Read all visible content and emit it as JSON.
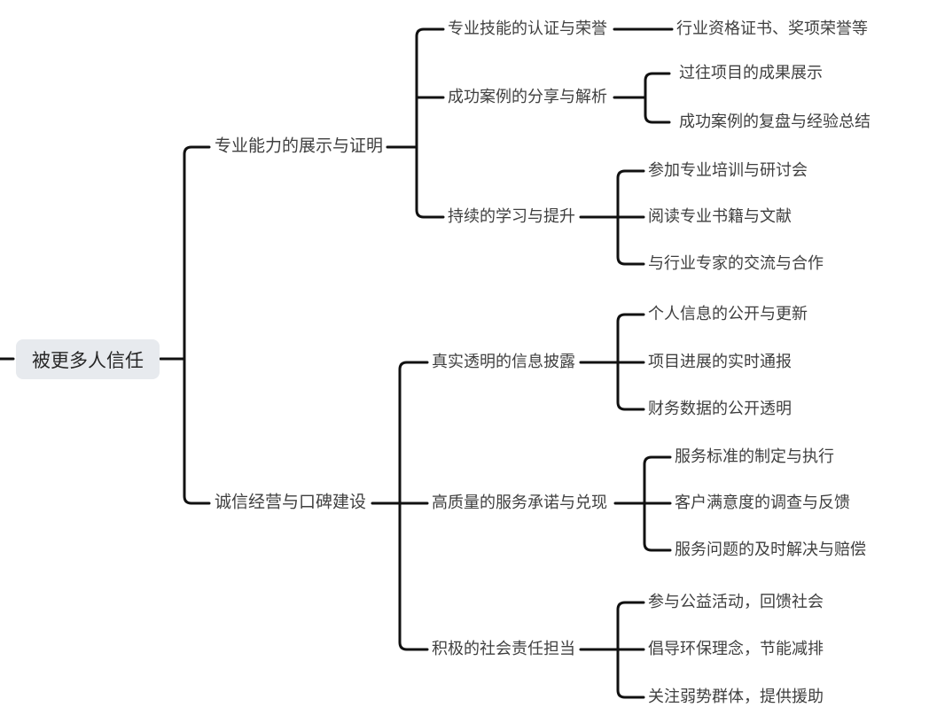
{
  "root": {
    "label": "被更多人信任"
  },
  "branches": [
    {
      "label": "专业能力的展示与证明",
      "children": [
        {
          "label": "专业技能的认证与荣誉",
          "children": [
            {
              "label": "行业资格证书、奖项荣誉等"
            }
          ]
        },
        {
          "label": "成功案例的分享与解析",
          "children": [
            {
              "label": "过往项目的成果展示"
            },
            {
              "label": "成功案例的复盘与经验总结"
            }
          ]
        },
        {
          "label": "持续的学习与提升",
          "children": [
            {
              "label": "参加专业培训与研讨会"
            },
            {
              "label": "阅读专业书籍与文献"
            },
            {
              "label": "与行业专家的交流与合作"
            }
          ]
        }
      ]
    },
    {
      "label": "诚信经营与口碑建设",
      "children": [
        {
          "label": "真实透明的信息披露",
          "children": [
            {
              "label": "个人信息的公开与更新"
            },
            {
              "label": "项目进展的实时通报"
            },
            {
              "label": "财务数据的公开透明"
            }
          ]
        },
        {
          "label": "高质量的服务承诺与兑现",
          "children": [
            {
              "label": "服务标准的制定与执行"
            },
            {
              "label": "客户满意度的调查与反馈"
            },
            {
              "label": "服务问题的及时解决与赔偿"
            }
          ]
        },
        {
          "label": "积极的社会责任担当",
          "children": [
            {
              "label": "参与公益活动，回馈社会"
            },
            {
              "label": "倡导环保理念，节能减排"
            },
            {
              "label": "关注弱势群体，提供援助"
            }
          ]
        }
      ]
    }
  ],
  "colors": {
    "background": "#ffffff",
    "line": "#111111",
    "text": "#3f3f3f",
    "root_background": "#e7eaee",
    "root_text": "#262626"
  }
}
